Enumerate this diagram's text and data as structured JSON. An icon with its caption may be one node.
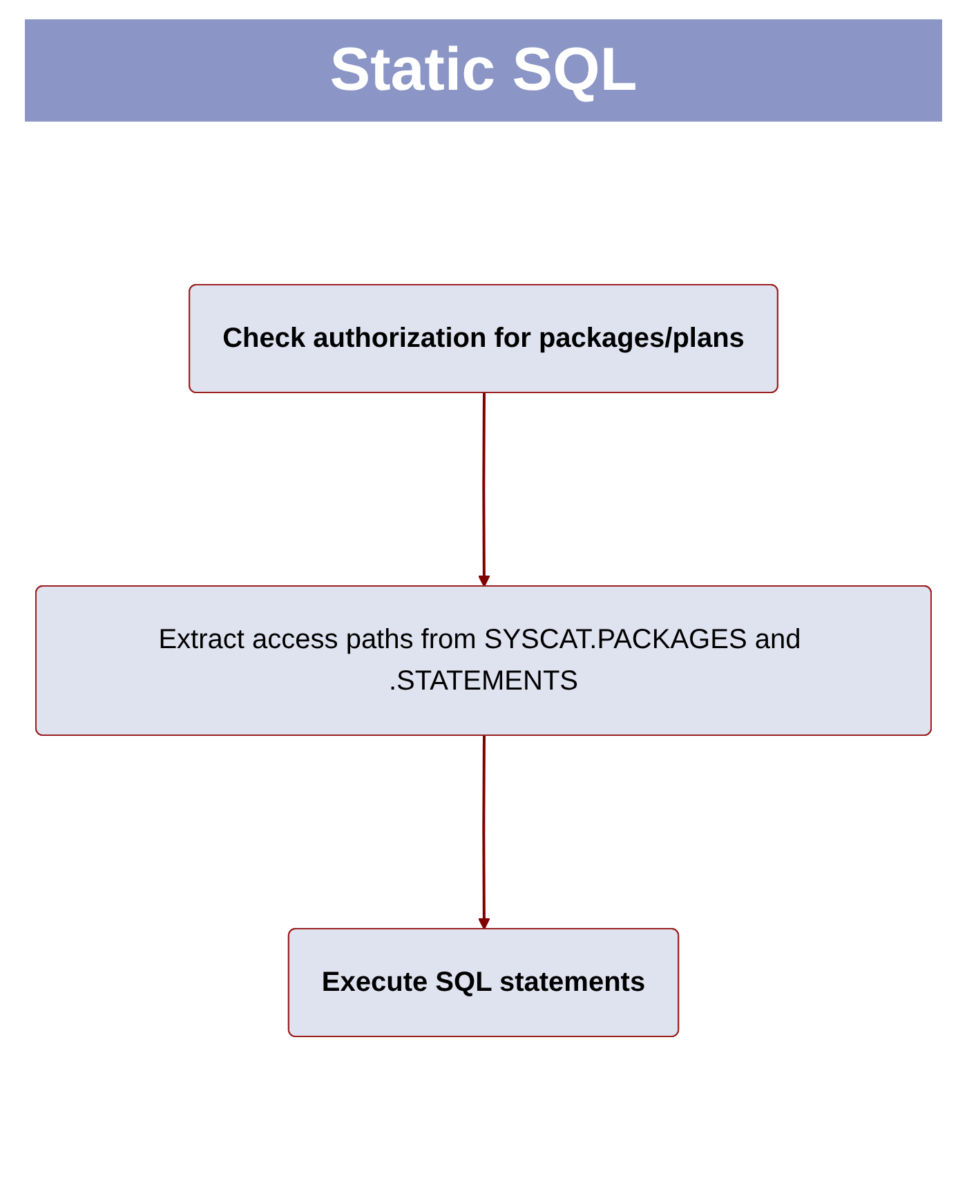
{
  "diagram": {
    "title": "Static SQL",
    "nodes": [
      {
        "text": [
          "Check authorization for packages/plans"
        ]
      },
      {
        "text": [
          "Extract access paths from SYSCAT.PACKAGES and .STATEMENTS"
        ]
      },
      {
        "text": [
          "Execute SQL statements"
        ]
      }
    ],
    "edges": [
      {
        "from": 0,
        "to": 1,
        "arrow": "to"
      },
      {
        "from": 1,
        "to": 2,
        "arrow": "to"
      }
    ]
  }
}
